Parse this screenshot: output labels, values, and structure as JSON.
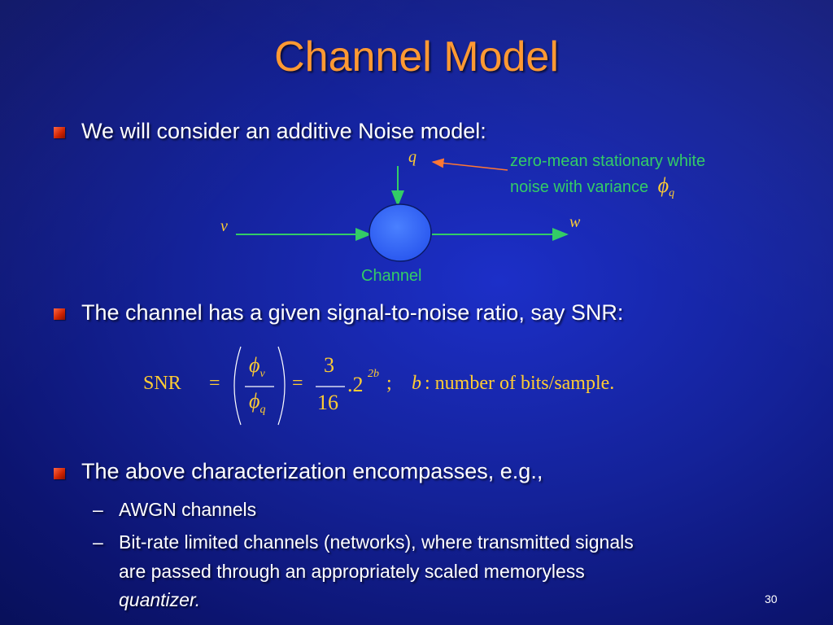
{
  "slide": {
    "title": "Channel Model",
    "page_number": "30"
  },
  "bullets": [
    {
      "text": "We will consider an additive Noise model:"
    },
    {
      "text": "The channel has a given signal-to-noise ratio, say SNR:"
    },
    {
      "text": "The above characterization encompasses, e.g.,"
    }
  ],
  "sub_bullets": {
    "dash": "–",
    "item1": "AWGN channels",
    "item2_line1": "Bit-rate limited channels (networks), where transmitted signals",
    "item2_line2": "are passed through an appropriately scaled memoryless",
    "item2_line3": "quantizer."
  },
  "diagram": {
    "input_label": "v",
    "output_label": "w",
    "noise_label": "q",
    "channel_label": "Channel",
    "note_line1": "zero-mean stationary white",
    "note_line2": "noise with variance",
    "phi": "ϕ",
    "phi_sub": "q"
  },
  "formula": {
    "lhs": "SNR",
    "eq": "=",
    "num_phi": "ϕ",
    "num_sub": "v",
    "den_phi": "ϕ",
    "den_sub": "q",
    "frac_num": "3",
    "frac_den": "16",
    "base": ".2",
    "exponent": "2b",
    "semicolon": ";",
    "b_var": "b",
    "description": ": number of bits/sample."
  },
  "colors": {
    "title": "#ff9933",
    "diagram_green": "#33cc66",
    "math_yellow": "#ffcc33",
    "channel_fill": "#3366ff",
    "pointer_arrow": "#ff7733"
  }
}
